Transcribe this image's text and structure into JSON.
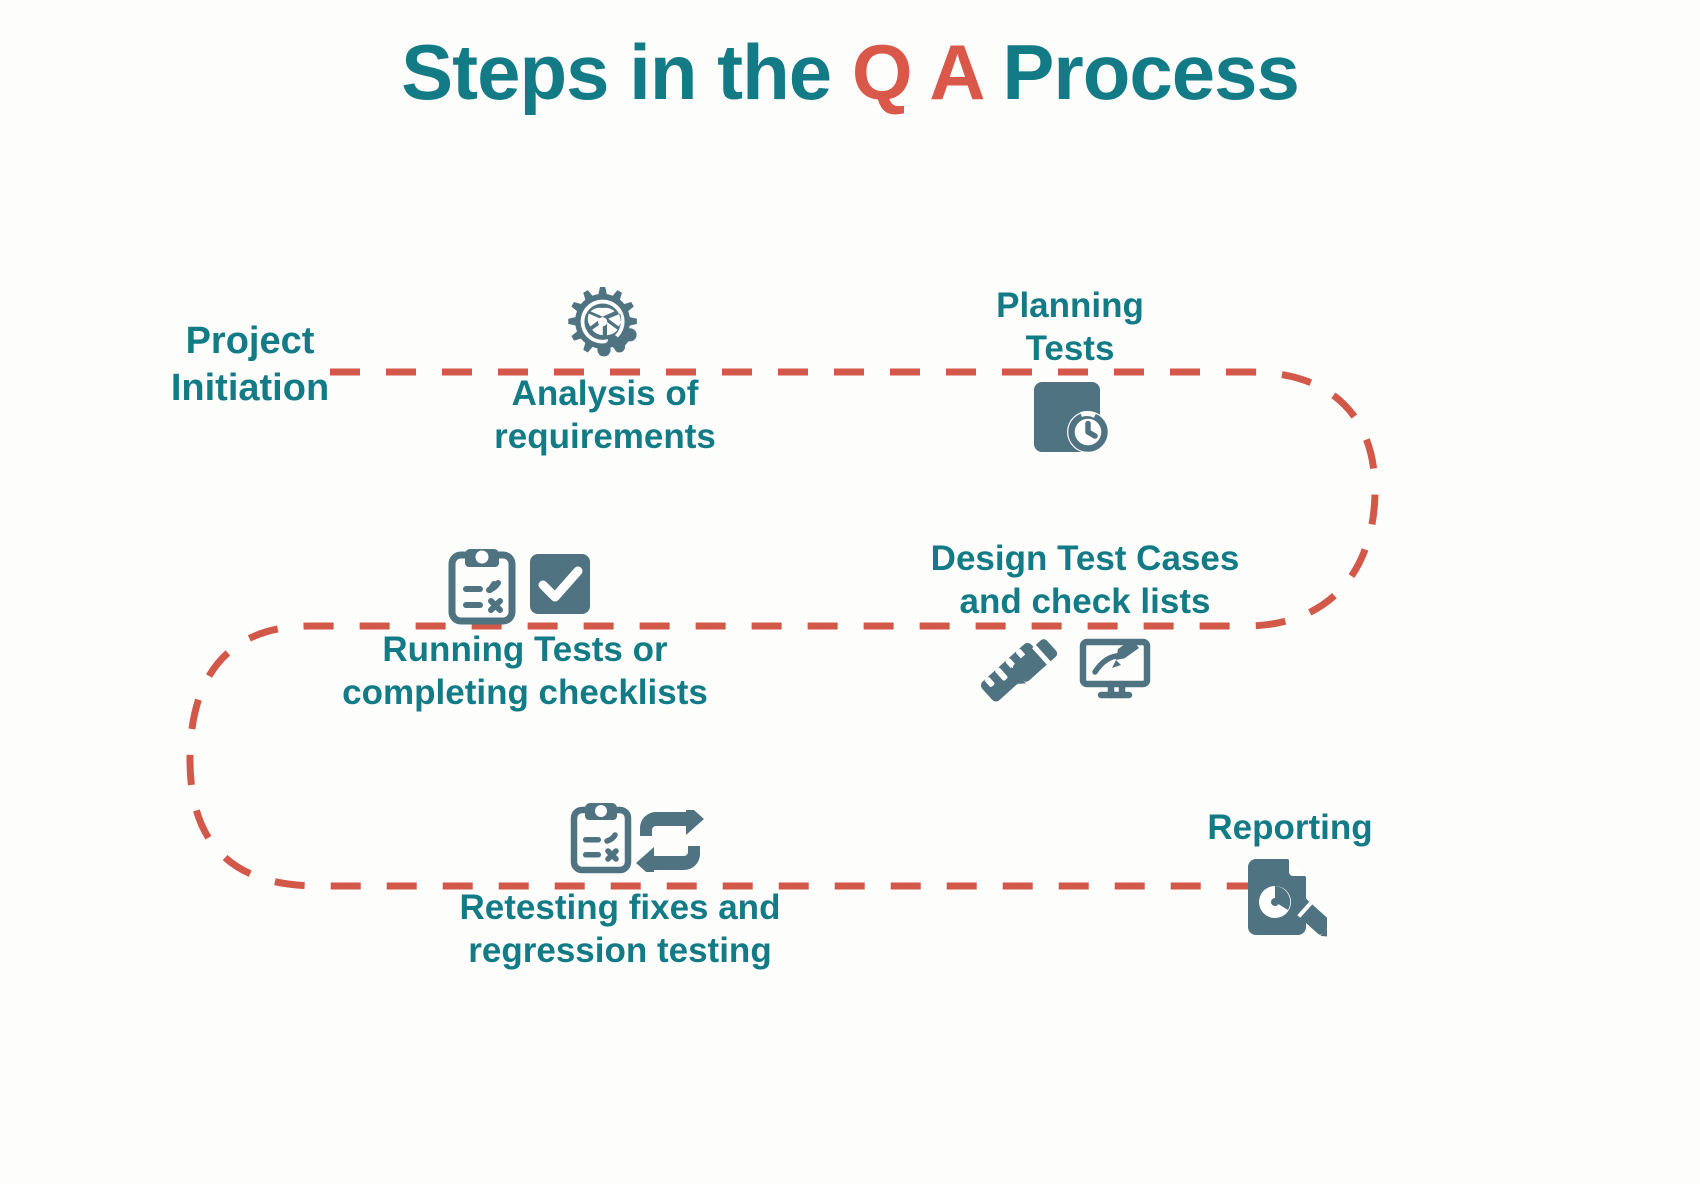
{
  "title": {
    "part1": "Steps in the ",
    "part2": "Q A",
    "part3": " Process",
    "full": "Steps in the Q A Process"
  },
  "colors": {
    "teal": "#137b86",
    "red_dash": "#d2594a",
    "icon_slate": "#4f7380",
    "background": "#fdfdfc"
  },
  "steps": [
    {
      "id": "project-initiation",
      "label": "Project\nInitiation",
      "icon": "none",
      "position": "above-left"
    },
    {
      "id": "analysis-of-requirements",
      "label": "Analysis of\nrequirements",
      "icon": "gear-analytics-icon",
      "position": "below"
    },
    {
      "id": "planning-tests",
      "label": "Planning\nTests",
      "icon": "calendar-clock-icon",
      "position": "above"
    },
    {
      "id": "design-test-cases",
      "label": "Design Test Cases\nand check lists",
      "icon": "ruler-pencil-monitor-icon",
      "position": "above"
    },
    {
      "id": "running-tests",
      "label": "Running Tests or\ncompleting checklists",
      "icon": "clipboard-checkbox-icon",
      "position": "below"
    },
    {
      "id": "retesting-fixes",
      "label": "Retesting fixes and\nregression testing",
      "icon": "clipboard-refresh-icon",
      "position": "below"
    },
    {
      "id": "reporting",
      "label": "Reporting",
      "icon": "report-pencil-icon",
      "position": "above"
    }
  ],
  "icons": {
    "gear_analytics": "gear-analytics-icon",
    "calendar_clock": "calendar-clock-icon",
    "clipboard_list": "clipboard-list-icon",
    "checkbox_checked": "checkbox-checked-icon",
    "ruler_pencil": "ruler-pencil-icon",
    "monitor_pen": "monitor-pen-icon",
    "clipboard_retest": "clipboard-retest-icon",
    "refresh_arrows": "refresh-arrows-icon",
    "report_document": "report-document-icon",
    "pencil": "pencil-icon"
  }
}
